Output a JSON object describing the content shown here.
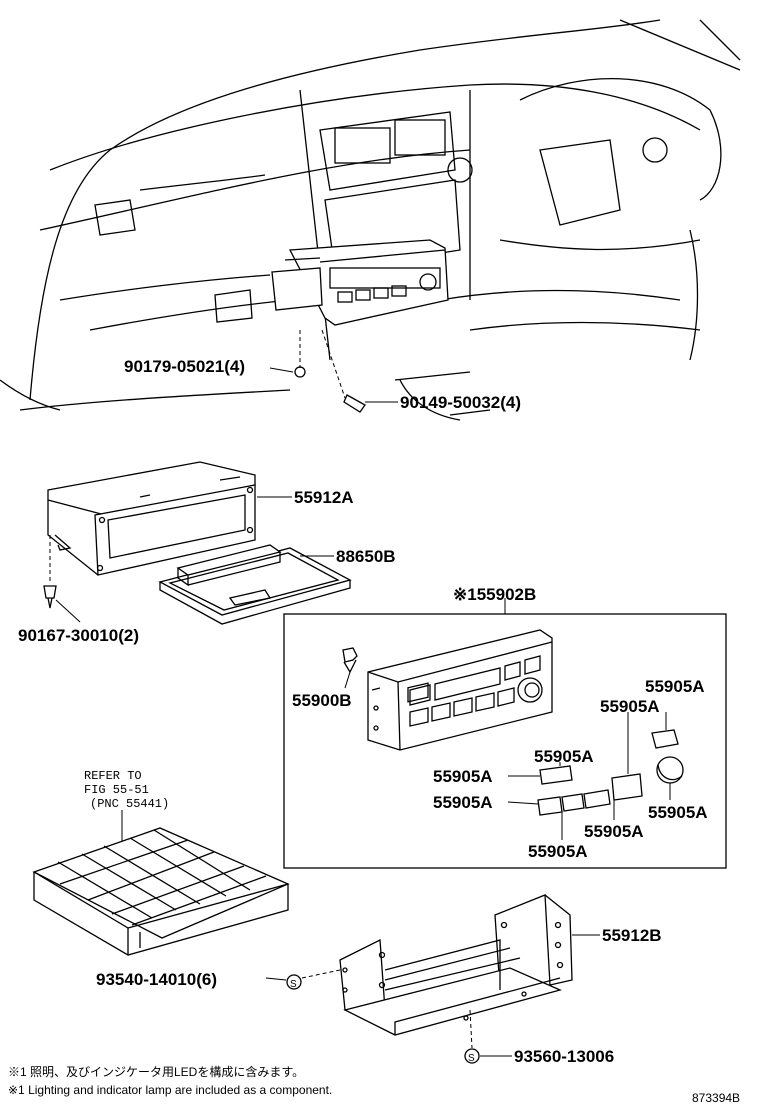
{
  "parts": {
    "p90179": "90179-05021(4)",
    "p90149": "90149-50032(4)",
    "p55912A": "55912A",
    "p88650B": "88650B",
    "p90167": "90167-30010(2)",
    "p55902B": "※155902B",
    "p55900B": "55900B",
    "p55905A_1": "55905A",
    "p55905A_2": "55905A",
    "p55905A_3": "55905A",
    "p55905A_4": "55905A",
    "p55905A_5": "55905A",
    "p55905A_6": "55905A",
    "p55905A_7": "55905A",
    "p55905A_8": "55905A",
    "p55912B": "55912B",
    "p93540": "93540-14010(6)",
    "p93560": "93560-13006"
  },
  "refer": {
    "line1": "REFER TO",
    "line2": "FIG 55-51",
    "line3": "(PNC 55441)"
  },
  "notes": {
    "jp": "※1 照明、及びインジケータ用LEDを構成に含みます。",
    "en": "※1 Lighting and indicator lamp are included as a component."
  },
  "figure_number": "873394B"
}
